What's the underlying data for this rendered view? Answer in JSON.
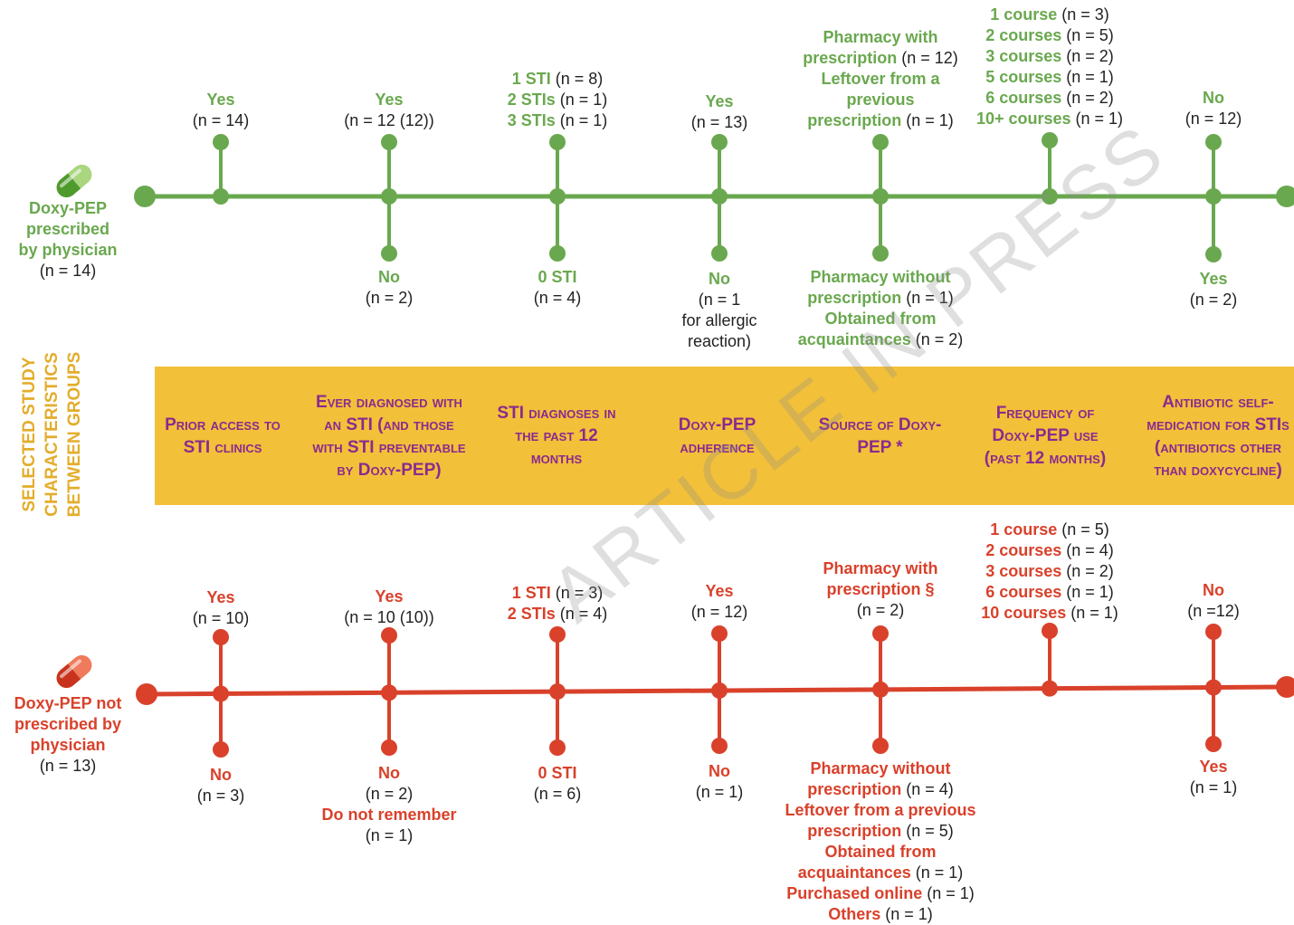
{
  "colors": {
    "green": "#6aa84f",
    "red": "#d9412b",
    "band": "#f2c039",
    "category_text": "#8b2a8f",
    "side_label": "#e3ad2b"
  },
  "groups": {
    "prescribed": {
      "line1": "Doxy-PEP",
      "line2": "prescribed",
      "line3": "by physician",
      "n": "(n = 14)",
      "icon": "pill-icon"
    },
    "not_prescribed": {
      "line1": "Doxy-PEP not",
      "line2": "prescribed by",
      "line3": "physician",
      "n": "(n = 13)",
      "icon": "pill-icon"
    }
  },
  "side_label": "SELECTED STUDY CHARACTERISTICS BETWEEN GROUPS",
  "watermark": "ARTICLE IN PRESS",
  "categories": [
    "Prior access to STI clinics",
    "Ever diagnosed with an STI (and those with STI preventable by Doxy-PEP)",
    "STI diagnoses in the past 12 months",
    "Doxy-PEP adherence",
    "Source of Doxy-PEP *",
    "Frequency of Doxy-PEP use (past 12 months)",
    "Antibiotic self-medication for STIs (antibiotics other than doxycycline)"
  ],
  "green_top": [
    [
      {
        "b": "Yes",
        "n": ""
      },
      {
        "b": "",
        "n": "(n = 14)"
      }
    ],
    [
      {
        "b": "Yes",
        "n": ""
      },
      {
        "b": "",
        "n": "(n = 12 (12))"
      }
    ],
    [
      {
        "b": "1 STI",
        "n": " (n = 8)"
      },
      {
        "b": "2 STIs",
        "n": " (n = 1)"
      },
      {
        "b": "3 STIs",
        "n": " (n = 1)"
      }
    ],
    [
      {
        "b": "Yes",
        "n": ""
      },
      {
        "b": "",
        "n": "(n = 13)"
      }
    ],
    [
      {
        "b": "Pharmacy with",
        "n": ""
      },
      {
        "b": "prescription",
        "n": " (n = 12)"
      },
      {
        "b": "Leftover from a",
        "n": ""
      },
      {
        "b": "previous",
        "n": ""
      },
      {
        "b": "prescription",
        "n": " (n = 1)"
      }
    ],
    [
      {
        "b": "1 course",
        "n": " (n = 3)"
      },
      {
        "b": "2 courses",
        "n": " (n = 5)"
      },
      {
        "b": "3 courses",
        "n": " (n = 2)"
      },
      {
        "b": "5 courses",
        "n": " (n = 1)"
      },
      {
        "b": "6 courses",
        "n": " (n = 2)"
      },
      {
        "b": "10+ courses",
        "n": " (n = 1)"
      }
    ],
    [
      {
        "b": "No",
        "n": ""
      },
      {
        "b": "",
        "n": "(n = 12)"
      }
    ]
  ],
  "green_bottom": [
    null,
    [
      {
        "b": "No",
        "n": ""
      },
      {
        "b": "",
        "n": "(n = 2)"
      }
    ],
    [
      {
        "b": "0 STI",
        "n": ""
      },
      {
        "b": "",
        "n": "(n = 4)"
      }
    ],
    [
      {
        "b": "No",
        "n": ""
      },
      {
        "b": "",
        "n": "(n = 1"
      },
      {
        "b": "",
        "n": "for allergic"
      },
      {
        "b": "",
        "n": "reaction)"
      }
    ],
    [
      {
        "b": "Pharmacy without",
        "n": ""
      },
      {
        "b": "prescription",
        "n": " (n = 1)"
      },
      {
        "b": "Obtained from",
        "n": ""
      },
      {
        "b": "acquaintances",
        "n": " (n = 2)"
      }
    ],
    null,
    [
      {
        "b": "Yes",
        "n": ""
      },
      {
        "b": "",
        "n": "(n = 2)"
      }
    ]
  ],
  "red_top": [
    [
      {
        "b": "Yes",
        "n": ""
      },
      {
        "b": "",
        "n": "(n = 10)"
      }
    ],
    [
      {
        "b": "Yes",
        "n": ""
      },
      {
        "b": "",
        "n": "(n = 10 (10))"
      }
    ],
    [
      {
        "b": "1 STI",
        "n": " (n = 3)"
      },
      {
        "b": "2 STIs",
        "n": " (n = 4)"
      }
    ],
    [
      {
        "b": "Yes",
        "n": ""
      },
      {
        "b": "",
        "n": "(n = 12)"
      }
    ],
    [
      {
        "b": "Pharmacy with",
        "n": ""
      },
      {
        "b": "prescription §",
        "n": ""
      },
      {
        "b": "",
        "n": "(n = 2)"
      }
    ],
    [
      {
        "b": "1 course",
        "n": " (n = 5)"
      },
      {
        "b": "2 courses",
        "n": " (n = 4)"
      },
      {
        "b": "3 courses",
        "n": " (n = 2)"
      },
      {
        "b": "6 courses",
        "n": " (n = 1)"
      },
      {
        "b": "10 courses",
        "n": " (n = 1)"
      }
    ],
    [
      {
        "b": "No",
        "n": ""
      },
      {
        "b": "",
        "n": "(n =12)"
      }
    ]
  ],
  "red_bottom": [
    [
      {
        "b": "No",
        "n": ""
      },
      {
        "b": "",
        "n": "(n = 3)"
      }
    ],
    [
      {
        "b": "No",
        "n": ""
      },
      {
        "b": "",
        "n": "(n = 2)"
      },
      {
        "b": "Do not remember",
        "n": ""
      },
      {
        "b": "",
        "n": "(n = 1)"
      }
    ],
    [
      {
        "b": "0 STI",
        "n": ""
      },
      {
        "b": "",
        "n": "(n = 6)"
      }
    ],
    [
      {
        "b": "No",
        "n": ""
      },
      {
        "b": "",
        "n": "(n = 1)"
      }
    ],
    [
      {
        "b": "Pharmacy without",
        "n": ""
      },
      {
        "b": "prescription",
        "n": " (n = 4)"
      },
      {
        "b": "Leftover from a previous",
        "n": ""
      },
      {
        "b": "prescription",
        "n": " (n = 5)"
      },
      {
        "b": "Obtained from",
        "n": ""
      },
      {
        "b": "acquaintances",
        "n": " (n = 1)"
      },
      {
        "b": "Purchased online",
        "n": " (n = 1)"
      },
      {
        "b": "Others",
        "n": " (n = 1)"
      }
    ],
    null,
    [
      {
        "b": "Yes",
        "n": ""
      },
      {
        "b": "",
        "n": "(n = 1)"
      }
    ]
  ]
}
